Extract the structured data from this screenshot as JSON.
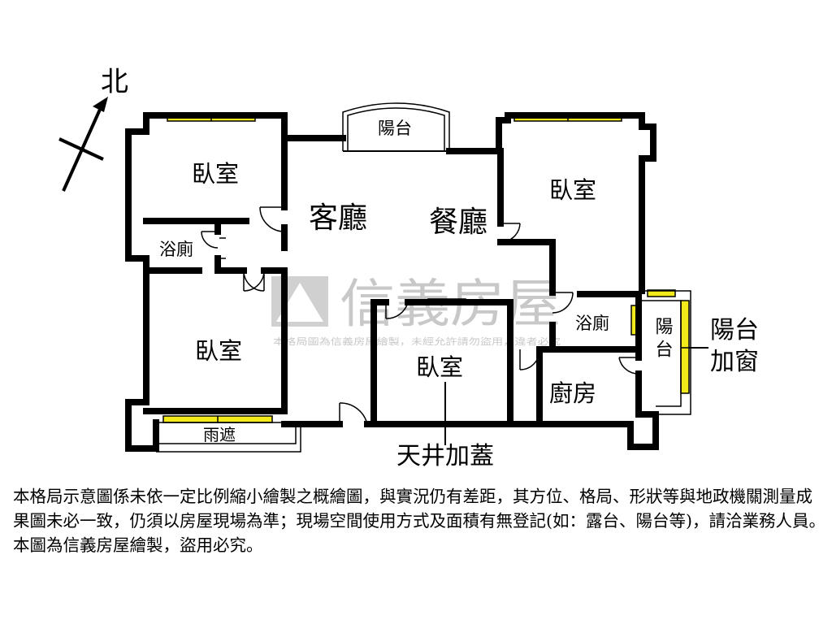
{
  "compass": {
    "label": "北"
  },
  "rooms": {
    "bedroom_nw": "臥室",
    "bath_w": "浴廁",
    "bedroom_sw": "臥室",
    "canopy": "雨遮",
    "balcony_top": "陽台",
    "living": "客廳",
    "dining": "餐廳",
    "bedroom_center": "臥室",
    "bedroom_ne": "臥室",
    "bath_e": "浴廁",
    "kitchen": "廚房",
    "balcony_e": "陽台"
  },
  "annotations": {
    "balcony_window_line1": "陽台",
    "balcony_window_line2": "加窗",
    "skylight": "天井加蓋"
  },
  "watermark": {
    "brand": "信義房屋",
    "notice": "本格局圖為信義房屋繪製，未經允許請勿盜用，違者必究"
  },
  "disclaimer": "本格局示意圖係未依一定比例縮小繪製之概繪圖，與實況仍有差距，其方位、格局、形狀等與地政機關測量成果圖未必一致，仍須以房屋現場為準；現場空間使用方式及面積有無登記(如：露台、陽台等)，請洽業務人員。本圖為信義房屋繪製，盜用必究。",
  "colors": {
    "wall": "#000000",
    "window": "#f2ea1a",
    "watermark": "#c8c8c8"
  }
}
